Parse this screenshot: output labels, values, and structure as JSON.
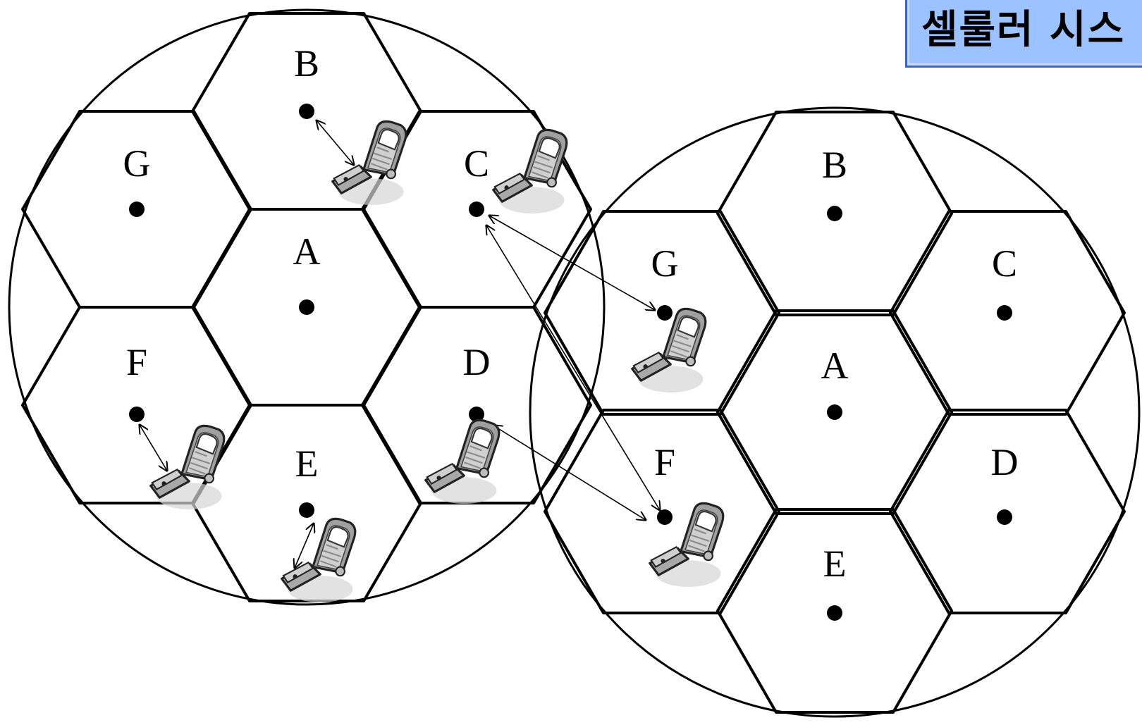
{
  "title": "셀룰러 시스",
  "clusters": [
    {
      "cells": [
        {
          "label": "A"
        },
        {
          "label": "B"
        },
        {
          "label": "C"
        },
        {
          "label": "D"
        },
        {
          "label": "E"
        },
        {
          "label": "F"
        },
        {
          "label": "G"
        }
      ]
    },
    {
      "cells": [
        {
          "label": "A"
        },
        {
          "label": "B"
        },
        {
          "label": "C"
        },
        {
          "label": "D"
        },
        {
          "label": "E"
        },
        {
          "label": "F"
        },
        {
          "label": "G"
        }
      ]
    }
  ],
  "icons": {
    "handset": "flip-phone-icon"
  },
  "colors": {
    "title_bg": "#9cc2ff",
    "title_border": "#3a63c9",
    "line": "#000000"
  }
}
